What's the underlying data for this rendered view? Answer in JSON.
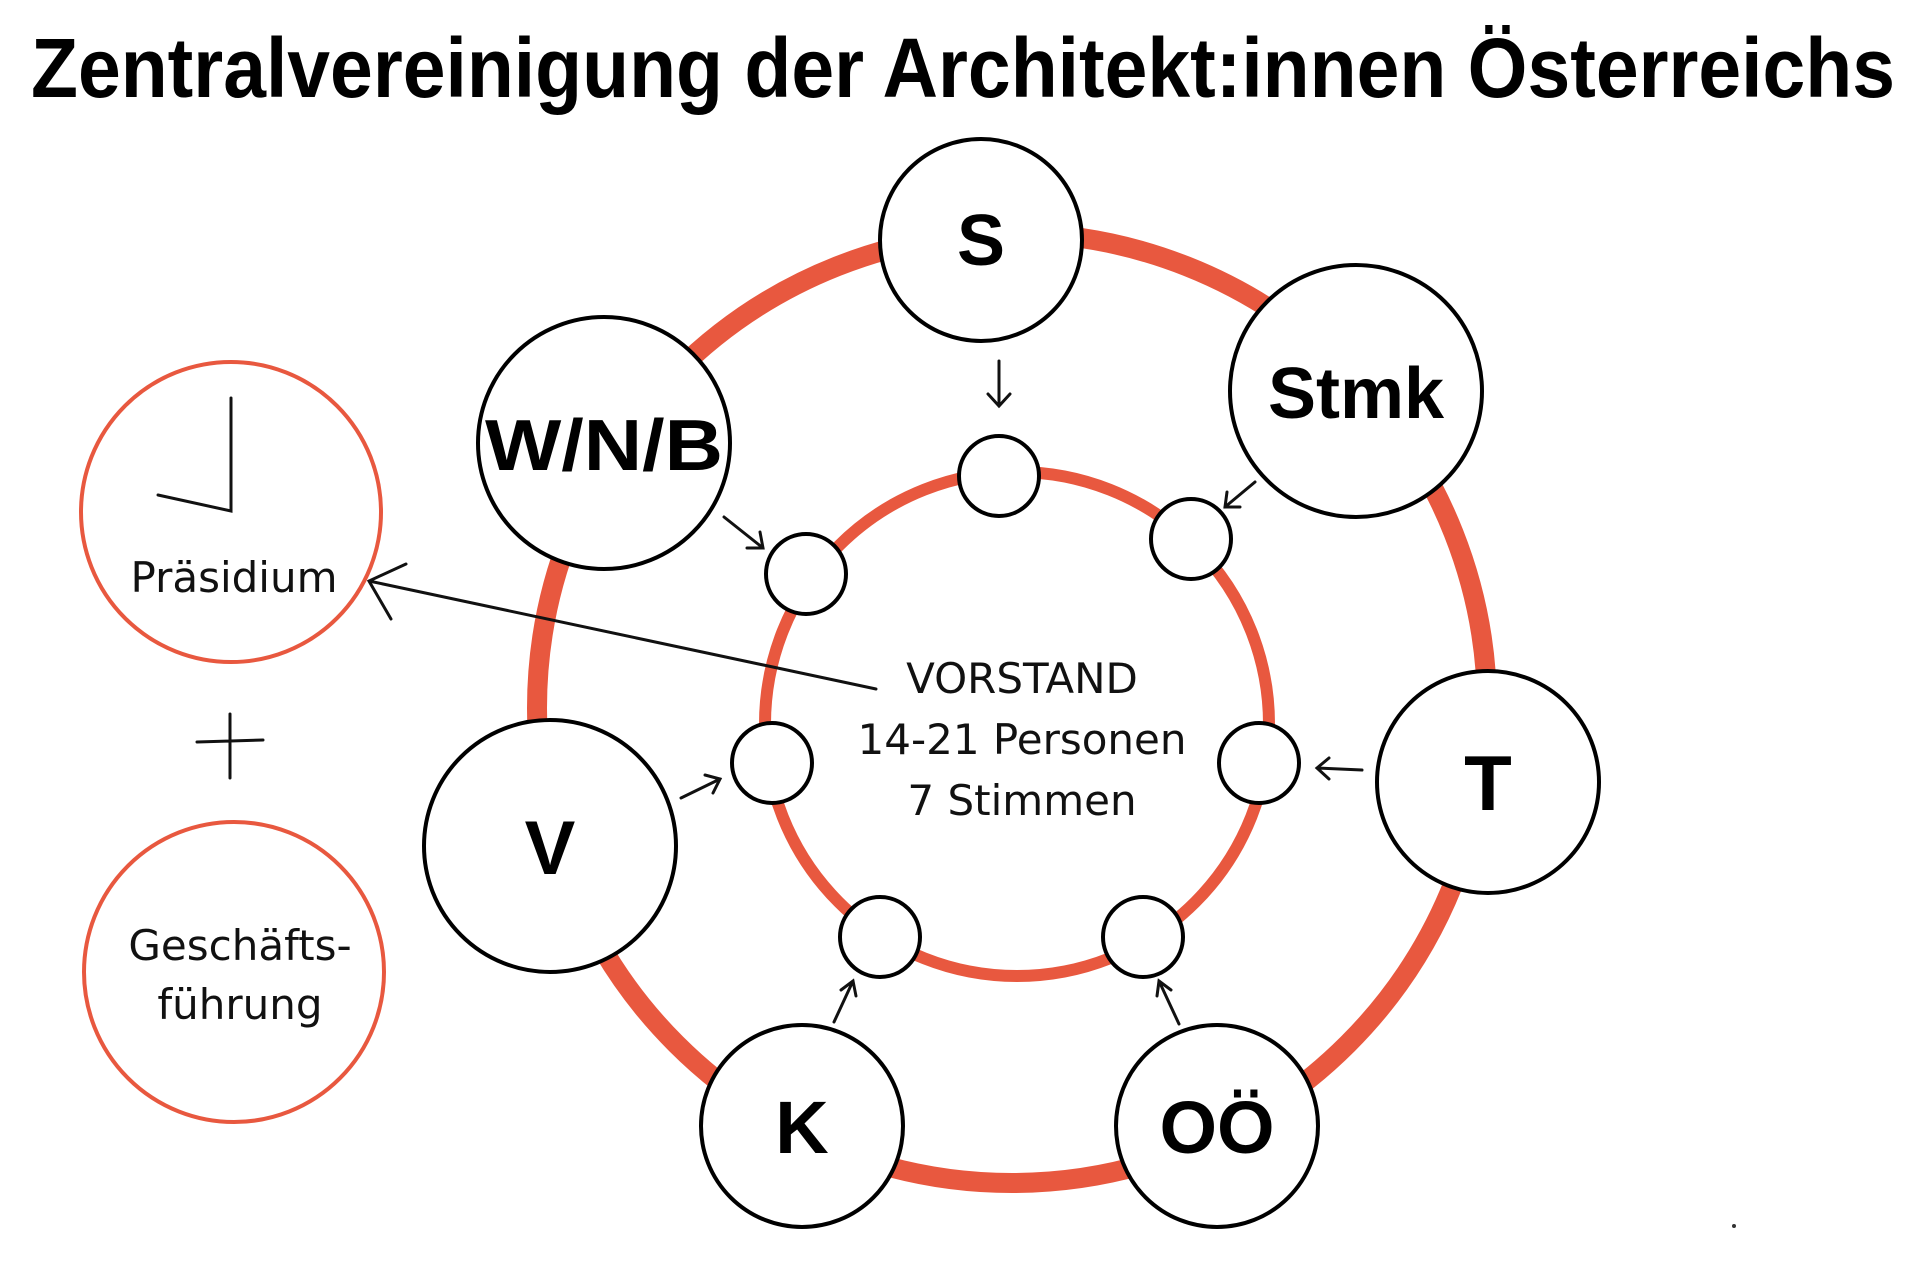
{
  "title": "Zentralvereinigung der Architekt:innen Österreichs",
  "colors": {
    "accent": "#E8583F",
    "stroke": "#000000"
  },
  "regions": [
    {
      "id": "s",
      "label": "S"
    },
    {
      "id": "stmk",
      "label": "Stmk"
    },
    {
      "id": "wnb",
      "label": "W/N/B"
    },
    {
      "id": "t",
      "label": "T"
    },
    {
      "id": "v",
      "label": "V"
    },
    {
      "id": "k",
      "label": "K"
    },
    {
      "id": "ooe",
      "label": "OÖ"
    }
  ],
  "vorstand": {
    "line1": "VORSTAND",
    "line2": "14-21 Personen",
    "line3": "7 Stimmen"
  },
  "praesidium": {
    "label": "Präsidium",
    "icon": "clock-icon"
  },
  "plus": "plus-icon",
  "geschaeftsfuehrung": {
    "line1": "Geschäfts-",
    "line2": "führung"
  }
}
